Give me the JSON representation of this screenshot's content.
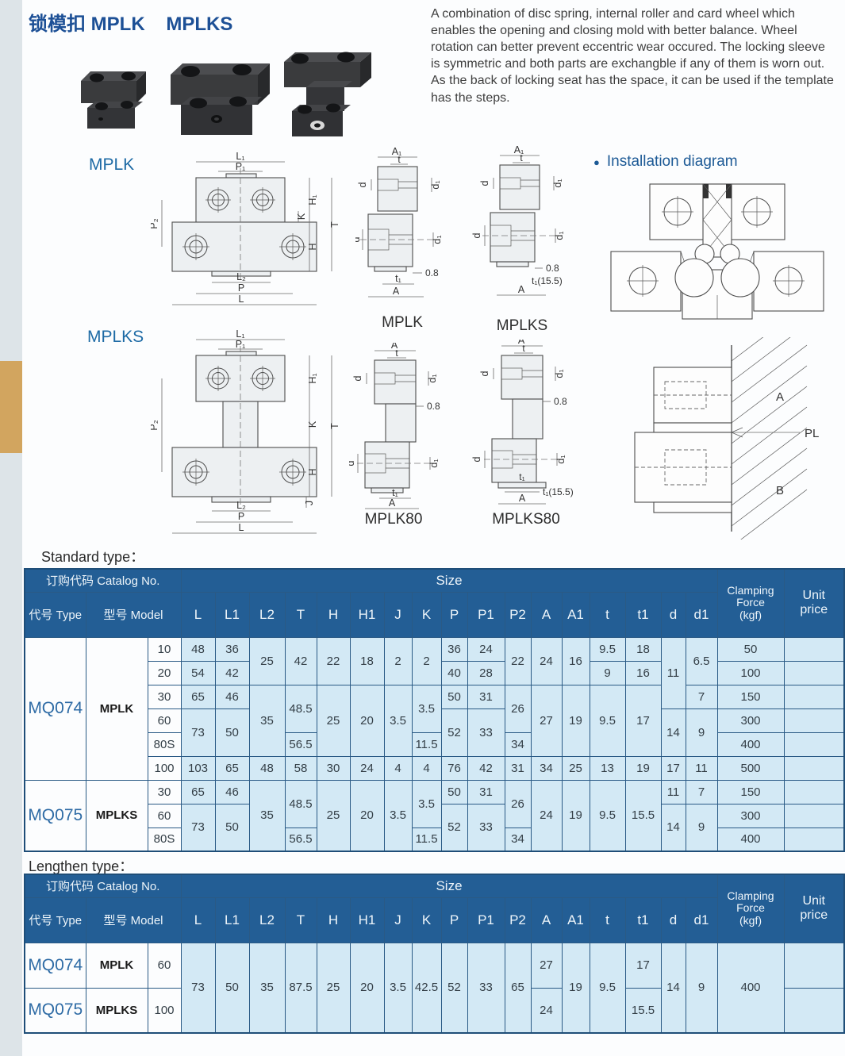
{
  "colors": {
    "accent_blue": "#1d5096",
    "table_header_blue": "#235e95",
    "cell_blue": "#d3e9f5",
    "tab_tan": "#d2a55f"
  },
  "header": {
    "title": "锁模扣 MPLK    MPLKS"
  },
  "intro": "A combination of disc spring, internal roller and card wheel which enables the opening and closing mold with better balance. Wheel rotation can better prevent eccentric wear occured. The locking sleeve is symmetric and both parts are exchangble if any of them is worn out. As the back of locking seat has the space, it can be used if the template has the steps.",
  "section": {
    "mplk": "MPLK",
    "mplks": "MPLKS",
    "installation": "Installation diagram",
    "bullet": "●",
    "standard_heading": "Standard type：",
    "lengthen_heading": "Lengthen type："
  },
  "captions": {
    "mplk": "MPLK",
    "mplks": "MPLKS",
    "mplk80": "MPLK80",
    "mplks80": "MPLKS80"
  },
  "dims": {
    "L": "L",
    "L1": "L₁",
    "L2": "L₂",
    "P": "P",
    "P1": "P₁",
    "P2": "P₂",
    "T": "T",
    "H": "H",
    "H1": "H₁",
    "K": "K",
    "J": "J",
    "A": "A",
    "A1": "A₁",
    "t": "t",
    "t1": "t₁",
    "d": "d",
    "d1": "d₁",
    "gap": "0.8",
    "t1v": "t₁(15.5)",
    "PL": "PL",
    "B": "B"
  },
  "th": {
    "catalog": "订购代码 Catalog No.",
    "size": "Size",
    "type": "代号 Type",
    "model": "型号 Model",
    "cols": [
      "L",
      "L1",
      "L2",
      "T",
      "H",
      "H1",
      "J",
      "K",
      "P",
      "P1",
      "P2",
      "A",
      "A1",
      "t",
      "t1",
      "d",
      "d1"
    ],
    "clamping": [
      "Clamping",
      "Force",
      "(kgf)"
    ],
    "unit": [
      "Unit",
      "price"
    ]
  },
  "std": {
    "r1": {
      "type": "MQ074",
      "model": "MPLK",
      "no": "10",
      "L": "48",
      "L1": "36",
      "L2": "25",
      "T": "42",
      "H": "22",
      "H1": "18",
      "J": "2",
      "K": "2",
      "P": "36",
      "P1": "24",
      "P2": "22",
      "A": "24",
      "A1": "16",
      "t": "9.5",
      "t1": "18",
      "d": "11",
      "d1": "6.5",
      "f": "50"
    },
    "r2": {
      "no": "20",
      "L": "54",
      "L1": "42",
      "P": "40",
      "P1": "28",
      "t": "9",
      "t1": "16",
      "f": "100"
    },
    "r3": {
      "no": "30",
      "L": "65",
      "L1": "46",
      "L2": "35",
      "T": "48.5",
      "H": "25",
      "H1": "20",
      "J": "3.5",
      "K": "3.5",
      "P": "50",
      "P1": "31",
      "P2": "26",
      "A": "27",
      "A1": "19",
      "t": "9.5",
      "t1": "17",
      "d1": "7",
      "f": "150"
    },
    "r4": {
      "no": "60",
      "L": "73",
      "L1": "50",
      "P": "52",
      "P1": "33",
      "d": "14",
      "d1": "9",
      "f": "300"
    },
    "r5": {
      "no": "80S",
      "T": "56.5",
      "K": "11.5",
      "P2": "34",
      "f": "400"
    },
    "r6": {
      "no": "100",
      "L": "103",
      "L1": "65",
      "L2": "48",
      "T": "58",
      "H": "30",
      "H1": "24",
      "J": "4",
      "K": "4",
      "P": "76",
      "P1": "42",
      "P2": "31",
      "A": "34",
      "A1": "25",
      "t": "13",
      "t1": "19",
      "d": "17",
      "d1": "11",
      "f": "500"
    },
    "r7": {
      "type": "MQ075",
      "model": "MPLKS",
      "no": "30",
      "L": "65",
      "L1": "46",
      "L2": "35",
      "T": "48.5",
      "H": "25",
      "H1": "20",
      "J": "3.5",
      "K": "3.5",
      "P": "50",
      "P1": "31",
      "P2": "26",
      "A": "24",
      "A1": "19",
      "t": "9.5",
      "t1": "15.5",
      "d": "11",
      "d1": "7",
      "f": "150"
    },
    "r8": {
      "no": "60",
      "L": "73",
      "L1": "50",
      "P": "52",
      "P1": "33",
      "d": "14",
      "d1": "9",
      "f": "300"
    },
    "r9": {
      "no": "80S",
      "T": "56.5",
      "K": "11.5",
      "P2": "34",
      "f": "400"
    }
  },
  "len": {
    "r1": {
      "type": "MQ074",
      "model": "MPLK",
      "no": "60",
      "L": "73",
      "L1": "50",
      "L2": "35",
      "T": "87.5",
      "H": "25",
      "H1": "20",
      "J": "3.5",
      "K": "42.5",
      "P": "52",
      "P1": "33",
      "P2": "65",
      "A": "27",
      "A1": "19",
      "t": "9.5",
      "t1": "17",
      "d": "14",
      "d1": "9",
      "f": "400"
    },
    "r2": {
      "type": "MQ075",
      "model": "MPLKS",
      "no": "100",
      "A": "24",
      "t1": "15.5"
    }
  }
}
